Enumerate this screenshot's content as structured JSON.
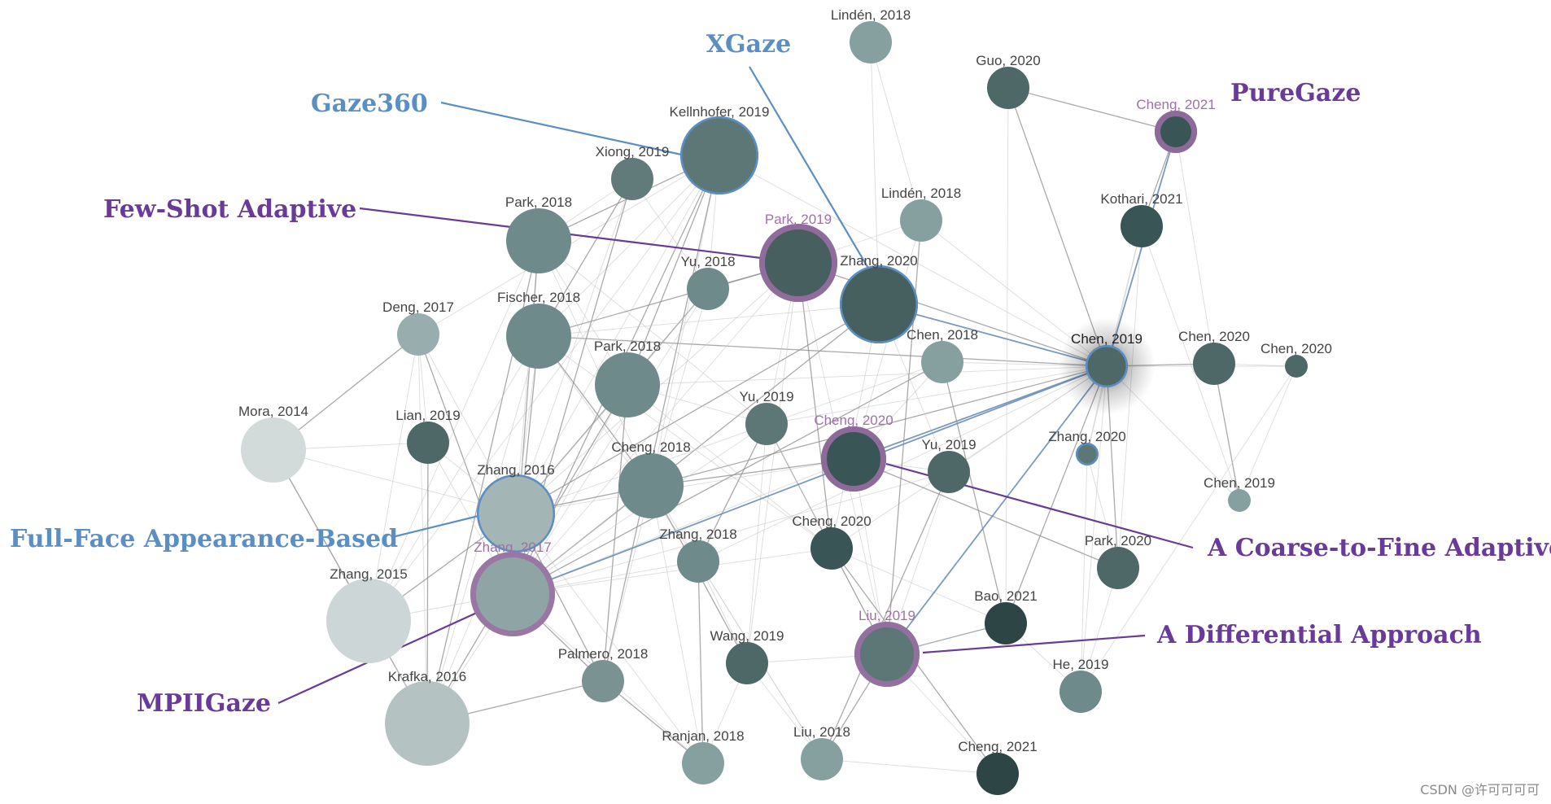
{
  "nodes": [
    {
      "id": "linden2018a",
      "label": "Lindén, 2018",
      "shade": "#86a0a0",
      "size": "sm"
    },
    {
      "id": "guo2020",
      "label": "Guo, 2020",
      "shade": "#4e6868",
      "size": "sm"
    },
    {
      "id": "cheng2021a",
      "label": "Cheng, 2021",
      "shade": "#3a5555",
      "size": "sm",
      "ring": "purple",
      "labelColor": "purple"
    },
    {
      "id": "kellnhofer2019",
      "label": "Kellnhofer, 2019",
      "shade": "#5d7777",
      "size": "lg",
      "ring": "blue"
    },
    {
      "id": "xiong2019",
      "label": "Xiong, 2019",
      "shade": "#617b7b",
      "size": "sm"
    },
    {
      "id": "linden2018b",
      "label": "Lindén, 2018",
      "shade": "#86a0a0",
      "size": "sm"
    },
    {
      "id": "kothari2021",
      "label": "Kothari, 2021",
      "shade": "#3a5555",
      "size": "sm"
    },
    {
      "id": "park2018a",
      "label": "Park, 2018",
      "shade": "#6f8a8a",
      "size": "md"
    },
    {
      "id": "park2019",
      "label": "Park, 2019",
      "shade": "#485f5f",
      "size": "lg",
      "ring": "purple",
      "labelColor": "purple"
    },
    {
      "id": "yu2018",
      "label": "Yu, 2018",
      "shade": "#6f8a8a",
      "size": "sm"
    },
    {
      "id": "zhang2020a",
      "label": "Zhang, 2020",
      "shade": "#465f5f",
      "size": "lg",
      "ring": "blue"
    },
    {
      "id": "deng2017",
      "label": "Deng, 2017",
      "shade": "#98aeae",
      "size": "sm"
    },
    {
      "id": "fischer2018",
      "label": "Fischer, 2018",
      "shade": "#6f8a8a",
      "size": "md"
    },
    {
      "id": "chen2018",
      "label": "Chen, 2018",
      "shade": "#86a0a0",
      "size": "sm"
    },
    {
      "id": "chen2019a",
      "label": "Chen, 2019",
      "shade": "#4e6868",
      "size": "sm",
      "ring": "blue",
      "labelColor": "dark",
      "glow": true
    },
    {
      "id": "chen2020a",
      "label": "Chen, 2020",
      "shade": "#4e6868",
      "size": "sm"
    },
    {
      "id": "chen2020b",
      "label": "Chen, 2020",
      "shade": "#4e6868",
      "size": "xs"
    },
    {
      "id": "park2018b",
      "label": "Park, 2018",
      "shade": "#6f8a8a",
      "size": "md"
    },
    {
      "id": "mora2014",
      "label": "Mora, 2014",
      "shade": "#d2dada",
      "size": "md"
    },
    {
      "id": "lian2019",
      "label": "Lian, 2019",
      "shade": "#4e6868",
      "size": "sm"
    },
    {
      "id": "yu2019a",
      "label": "Yu, 2019",
      "shade": "#5d7777",
      "size": "sm"
    },
    {
      "id": "cheng2020a",
      "label": "Cheng, 2020",
      "shade": "#3a5555",
      "size": "md",
      "ring": "purple",
      "labelColor": "purple"
    },
    {
      "id": "yu2019b",
      "label": "Yu, 2019",
      "shade": "#4e6868",
      "size": "sm"
    },
    {
      "id": "zhang2020b",
      "label": "Zhang, 2020",
      "shade": "#5d7777",
      "size": "xs",
      "ring": "blue"
    },
    {
      "id": "chen2019b",
      "label": "Chen, 2019",
      "shade": "#86a0a0",
      "size": "xs"
    },
    {
      "id": "cheng2018",
      "label": "Cheng, 2018",
      "shade": "#6f8a8a",
      "size": "md"
    },
    {
      "id": "zhang2016",
      "label": "Zhang, 2016",
      "shade": "#a4b5b5",
      "size": "lg",
      "ring": "blue"
    },
    {
      "id": "zhang2018",
      "label": "Zhang, 2018",
      "shade": "#6f8a8a",
      "size": "sm"
    },
    {
      "id": "cheng2020b",
      "label": "Cheng, 2020",
      "shade": "#3a5555",
      "size": "sm"
    },
    {
      "id": "park2020",
      "label": "Park, 2020",
      "shade": "#4e6868",
      "size": "sm"
    },
    {
      "id": "zhang2017",
      "label": "Zhang, 2017",
      "shade": "#8fa4a4",
      "size": "xl",
      "ring": "purple",
      "labelColor": "purple"
    },
    {
      "id": "zhang2015",
      "label": "Zhang, 2015",
      "shade": "#ccd6d6",
      "size": "xl"
    },
    {
      "id": "bao2021",
      "label": "Bao, 2021",
      "shade": "#2e4545",
      "size": "sm"
    },
    {
      "id": "liu2019",
      "label": "Liu, 2019",
      "shade": "#5d7777",
      "size": "md",
      "ring": "purple",
      "labelColor": "purple"
    },
    {
      "id": "palmero2018",
      "label": "Palmero, 2018",
      "shade": "#7a9292",
      "size": "sm"
    },
    {
      "id": "wang2019",
      "label": "Wang, 2019",
      "shade": "#4e6868",
      "size": "sm"
    },
    {
      "id": "he2019",
      "label": "He, 2019",
      "shade": "#6f8a8a",
      "size": "sm"
    },
    {
      "id": "krafka2016",
      "label": "Krafka, 2016",
      "shade": "#b4c2c2",
      "size": "xl"
    },
    {
      "id": "ranjan2018",
      "label": "Ranjan, 2018",
      "shade": "#86a0a0",
      "size": "sm"
    },
    {
      "id": "liu2018",
      "label": "Liu, 2018",
      "shade": "#86a0a0",
      "size": "sm"
    },
    {
      "id": "cheng2021b",
      "label": "Cheng, 2021",
      "shade": "#2e4545",
      "size": "sm"
    }
  ],
  "callouts": [
    {
      "id": "xgaze",
      "text": "XGaze",
      "color": "blue",
      "target": "zhang2020a"
    },
    {
      "id": "gaze360",
      "text": "Gaze360",
      "color": "blue",
      "target": "kellnhofer2019"
    },
    {
      "id": "puregaze",
      "text": "PureGaze",
      "color": "purple",
      "target": "cheng2021a"
    },
    {
      "id": "fewshot",
      "text": "Few-Shot Adaptive",
      "color": "purple",
      "target": "park2019"
    },
    {
      "id": "fullface",
      "text": "Full-Face Appearance-Based",
      "color": "blue",
      "target": "zhang2016"
    },
    {
      "id": "coarse",
      "text": "A Coarse-to-Fine Adaptive",
      "color": "purple",
      "target": "cheng2020a"
    },
    {
      "id": "differential",
      "text": "A Differential Approach",
      "color": "purple",
      "target": "liu2019"
    },
    {
      "id": "mpiigaze",
      "text": "MPIIGaze",
      "color": "purple",
      "target": "zhang2017"
    }
  ],
  "highlight_edges": [
    {
      "from": "zhang2020a",
      "to": "chen2019a",
      "color": "blue"
    },
    {
      "from": "chen2019a",
      "to": "zhang2017",
      "color": "blue"
    },
    {
      "from": "chen2019a",
      "to": "liu2019",
      "color": "blue"
    },
    {
      "from": "chen2019a",
      "to": "cheng2021a",
      "color": "blue"
    },
    {
      "from": "chen2019a",
      "to": "cheng2020a",
      "color": "blue"
    }
  ],
  "edges": [
    [
      "chen2019a",
      "chen2020a"
    ],
    [
      "chen2019a",
      "chen2020b"
    ],
    [
      "chen2019a",
      "chen2018"
    ],
    [
      "chen2019a",
      "park2019"
    ],
    [
      "chen2019a",
      "kothari2021"
    ],
    [
      "chen2019a",
      "zhang2020b"
    ],
    [
      "chen2019a",
      "park2020"
    ],
    [
      "chen2019a",
      "chen2019b"
    ],
    [
      "chen2019a",
      "he2019"
    ],
    [
      "chen2019a",
      "bao2021"
    ],
    [
      "chen2019a",
      "yu2019b"
    ],
    [
      "chen2019a",
      "cheng2020b"
    ],
    [
      "chen2019a",
      "guo2020"
    ],
    [
      "chen2019a",
      "linden2018b"
    ],
    [
      "chen2019a",
      "zhang2018"
    ],
    [
      "chen2019a",
      "cheng2018"
    ],
    [
      "chen2019a",
      "yu2019a"
    ],
    [
      "chen2019a",
      "park2018b"
    ],
    [
      "chen2019a",
      "fischer2018"
    ],
    [
      "chen2019a",
      "kellnhofer2019"
    ],
    [
      "chen2020a",
      "chen2020b"
    ],
    [
      "chen2020a",
      "chen2019b"
    ],
    [
      "chen2020b",
      "he2019"
    ],
    [
      "chen2020b",
      "chen2019b"
    ],
    [
      "kothari2021",
      "cheng2021a"
    ],
    [
      "kothari2021",
      "park2020"
    ],
    [
      "guo2020",
      "bao2021"
    ],
    [
      "guo2020",
      "cheng2021a"
    ],
    [
      "linden2018a",
      "linden2018b"
    ],
    [
      "linden2018a",
      "zhang2020a"
    ],
    [
      "kellnhofer2019",
      "park2018a"
    ],
    [
      "kellnhofer2019",
      "fischer2018"
    ],
    [
      "kellnhofer2019",
      "zhang2016"
    ],
    [
      "kellnhofer2019",
      "zhang2017"
    ],
    [
      "kellnhofer2019",
      "cheng2018"
    ],
    [
      "kellnhofer2019",
      "yu2018"
    ],
    [
      "kellnhofer2019",
      "park2018b"
    ],
    [
      "kellnhofer2019",
      "deng2017"
    ],
    [
      "kellnhofer2019",
      "zhang2015"
    ],
    [
      "kellnhofer2019",
      "palmero2018"
    ],
    [
      "xiong2019",
      "park2018a"
    ],
    [
      "xiong2019",
      "zhang2016"
    ],
    [
      "xiong2019",
      "zhang2017"
    ],
    [
      "xiong2019",
      "yu2018"
    ],
    [
      "park2018a",
      "zhang2016"
    ],
    [
      "park2018a",
      "zhang2017"
    ],
    [
      "park2018a",
      "park2018b"
    ],
    [
      "park2018a",
      "zhang2015"
    ],
    [
      "park2018a",
      "krafka2016"
    ],
    [
      "park2018a",
      "yu2019a"
    ],
    [
      "park2018a",
      "cheng2018"
    ],
    [
      "park2019",
      "yu2018"
    ],
    [
      "park2019",
      "zhang2017"
    ],
    [
      "park2019",
      "zhang2016"
    ],
    [
      "park2019",
      "fischer2018"
    ],
    [
      "park2019",
      "liu2019"
    ],
    [
      "park2019",
      "wang2019"
    ],
    [
      "park2019",
      "cheng2020b"
    ],
    [
      "park2019",
      "yu2019a"
    ],
    [
      "yu2018",
      "zhang2017"
    ],
    [
      "yu2018",
      "zhang2016"
    ],
    [
      "yu2018",
      "cheng2018"
    ],
    [
      "yu2018",
      "park2018b"
    ],
    [
      "zhang2020a",
      "zhang2017"
    ],
    [
      "zhang2020a",
      "cheng2020b"
    ],
    [
      "zhang2020a",
      "yu2019b"
    ],
    [
      "zhang2020a",
      "zhang2016"
    ],
    [
      "zhang2020a",
      "fischer2018"
    ],
    [
      "deng2017",
      "zhang2016"
    ],
    [
      "deng2017",
      "zhang2017"
    ],
    [
      "deng2017",
      "krafka2016"
    ],
    [
      "deng2017",
      "zhang2015"
    ],
    [
      "deng2017",
      "mora2014"
    ],
    [
      "deng2017",
      "lian2019"
    ],
    [
      "fischer2018",
      "zhang2016"
    ],
    [
      "fischer2018",
      "zhang2017"
    ],
    [
      "fischer2018",
      "krafka2016"
    ],
    [
      "fischer2018",
      "zhang2015"
    ],
    [
      "fischer2018",
      "cheng2018"
    ],
    [
      "fischer2018",
      "zhang2018"
    ],
    [
      "fischer2018",
      "cheng2020b"
    ],
    [
      "chen2018",
      "zhang2017"
    ],
    [
      "chen2018",
      "cheng2020a"
    ],
    [
      "chen2018",
      "zhang2016"
    ],
    [
      "chen2018",
      "bao2021"
    ],
    [
      "park2018b",
      "zhang2016"
    ],
    [
      "park2018b",
      "zhang2017"
    ],
    [
      "park2018b",
      "krafka2016"
    ],
    [
      "park2018b",
      "cheng2020b"
    ],
    [
      "park2018b",
      "yu2019a"
    ],
    [
      "park2018b",
      "palmero2018"
    ],
    [
      "mora2014",
      "zhang2015"
    ],
    [
      "mora2014",
      "zhang2016"
    ],
    [
      "mora2014",
      "krafka2016"
    ],
    [
      "mora2014",
      "lian2019"
    ],
    [
      "lian2019",
      "zhang2016"
    ],
    [
      "lian2019",
      "krafka2016"
    ],
    [
      "lian2019",
      "zhang2017"
    ],
    [
      "yu2019a",
      "zhang2017"
    ],
    [
      "yu2019a",
      "cheng2020b"
    ],
    [
      "yu2019a",
      "wang2019"
    ],
    [
      "yu2019a",
      "liu2019"
    ],
    [
      "yu2019a",
      "zhang2018"
    ],
    [
      "cheng2020a",
      "zhang2017"
    ],
    [
      "cheng2020a",
      "zhang2016"
    ],
    [
      "cheng2020a",
      "cheng2018"
    ],
    [
      "cheng2020a",
      "yu2019b"
    ],
    [
      "cheng2020a",
      "liu2019"
    ],
    [
      "cheng2020a",
      "park2020"
    ],
    [
      "yu2019b",
      "zhang2017"
    ],
    [
      "yu2019b",
      "liu2019"
    ],
    [
      "yu2019b",
      "liu2018"
    ],
    [
      "zhang2020b",
      "park2020"
    ],
    [
      "zhang2020b",
      "he2019"
    ],
    [
      "cheng2018",
      "zhang2016"
    ],
    [
      "cheng2018",
      "zhang2017"
    ],
    [
      "cheng2018",
      "ranjan2018"
    ],
    [
      "cheng2018",
      "wang2019"
    ],
    [
      "cheng2018",
      "palmero2018"
    ],
    [
      "cheng2018",
      "liu2018"
    ],
    [
      "zhang2016",
      "zhang2015"
    ],
    [
      "zhang2016",
      "krafka2016"
    ],
    [
      "zhang2016",
      "zhang2017"
    ],
    [
      "zhang2016",
      "palmero2018"
    ],
    [
      "zhang2016",
      "ranjan2018"
    ],
    [
      "zhang2018",
      "zhang2017"
    ],
    [
      "zhang2018",
      "ranjan2018"
    ],
    [
      "zhang2018",
      "wang2019"
    ],
    [
      "zhang2018",
      "liu2018"
    ],
    [
      "cheng2020b",
      "liu2019"
    ],
    [
      "cheng2020b",
      "bao2021"
    ],
    [
      "cheng2020b",
      "zhang2017"
    ],
    [
      "cheng2020b",
      "cheng2021b"
    ],
    [
      "zhang2017",
      "zhang2015"
    ],
    [
      "zhang2017",
      "krafka2016"
    ],
    [
      "zhang2017",
      "palmero2018"
    ],
    [
      "zhang2017",
      "ranjan2018"
    ],
    [
      "zhang2015",
      "krafka2016"
    ],
    [
      "liu2019",
      "liu2018"
    ],
    [
      "liu2019",
      "cheng2021b"
    ],
    [
      "liu2019",
      "wang2019"
    ],
    [
      "liu2019",
      "bao2021"
    ],
    [
      "bao2021",
      "he2019"
    ],
    [
      "park2020",
      "he2019"
    ],
    [
      "palmero2018",
      "ranjan2018"
    ],
    [
      "wang2019",
      "ranjan2018"
    ],
    [
      "wang2019",
      "liu2018"
    ],
    [
      "krafka2016",
      "palmero2018"
    ],
    [
      "cheng2021b",
      "liu2018"
    ],
    [
      "cheng2021a",
      "chen2020a"
    ],
    [
      "xiong2019",
      "fischer2018"
    ],
    [
      "linden2018b",
      "cheng2020a"
    ],
    [
      "linden2018b",
      "park2019"
    ],
    [
      "linden2018b",
      "liu2019"
    ],
    [
      "kothari2021",
      "zhang2020b"
    ],
    [
      "kothari2021",
      "chen2019b"
    ]
  ],
  "watermark": "CSDN @许可可可可"
}
